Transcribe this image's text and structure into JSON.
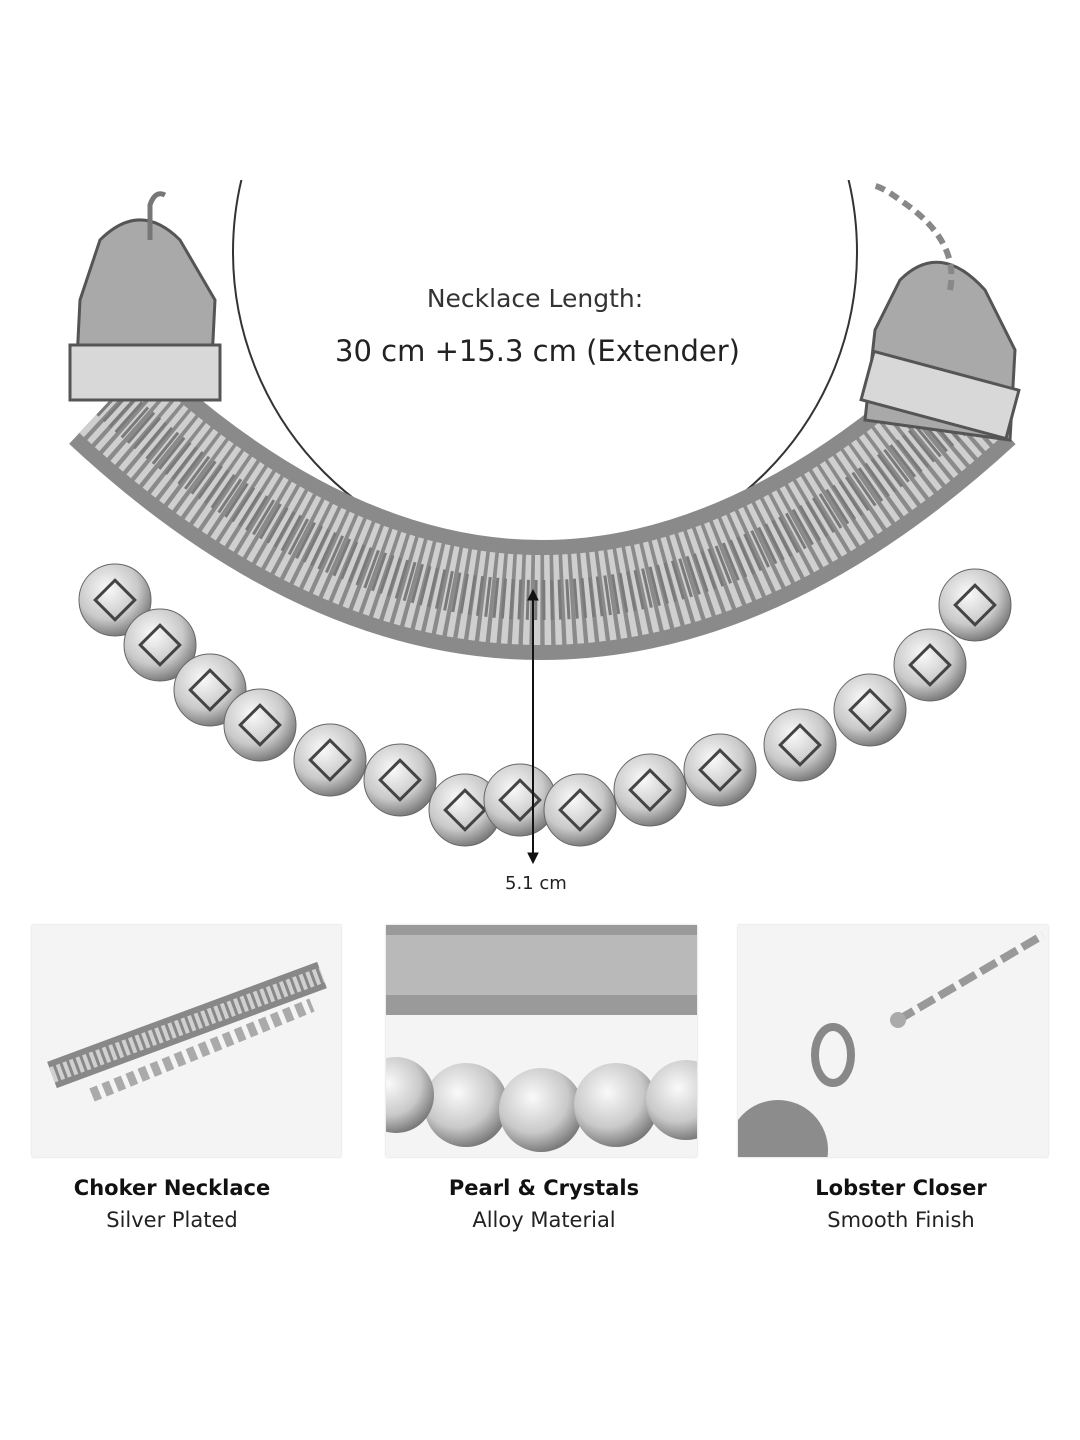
{
  "measurements": {
    "length_label": "Necklace Length:",
    "length_value": "30 cm +15.3 cm (Extender)",
    "height_value": "5.1 cm"
  },
  "features": [
    {
      "title": "Choker Necklace",
      "subtitle": "Silver Plated"
    },
    {
      "title": "Pearl & Crystals",
      "subtitle": "Alloy Material"
    },
    {
      "title": "Lobster Closer",
      "subtitle": "Smooth Finish"
    }
  ],
  "colors": {
    "silver": "#b8b8b8",
    "dark": "#555555",
    "outline": "#333333"
  }
}
